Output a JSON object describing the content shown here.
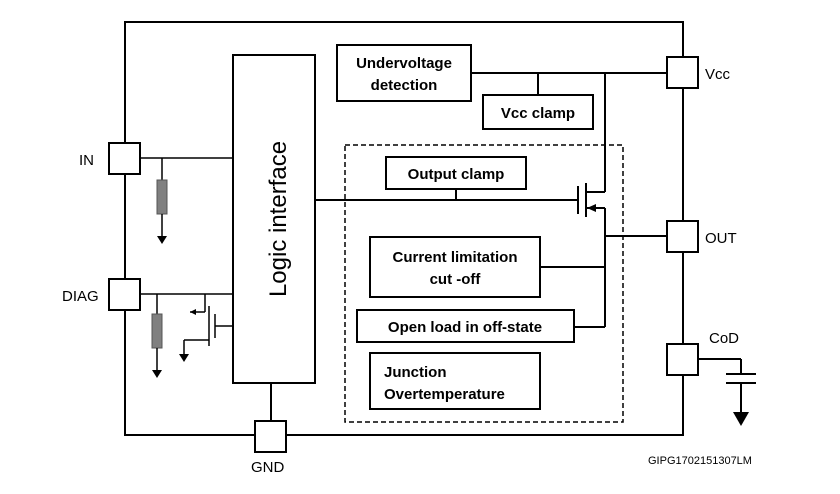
{
  "blocks": {
    "logic_interface": "Logic interface",
    "undervoltage_line1": "Undervoltage",
    "undervoltage_line2": "detection",
    "vcc_clamp": "Vcc clamp",
    "output_clamp": "Output clamp",
    "current_limitation_line1": "Current limitation",
    "current_limitation_line2": "cut -off",
    "open_load": "Open load in off-state",
    "junction_line1": "Junction",
    "junction_line2": "Overtemperature"
  },
  "pins": {
    "in": "IN",
    "diag": "DIAG",
    "vcc": "Vcc",
    "out": "OUT",
    "cod": "CoD",
    "gnd": "GND"
  },
  "figure_code": "GIPG1702151307LM"
}
